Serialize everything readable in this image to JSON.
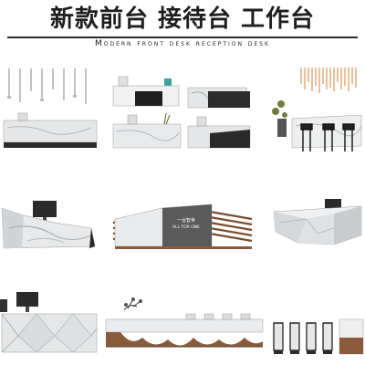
{
  "header": {
    "title": "新款前台 接待台 工作台",
    "subtitle": "Modern front desk reception desk"
  },
  "tiles": [
    {
      "name": "tile-1"
    },
    {
      "name": "tile-2"
    },
    {
      "name": "tile-3"
    },
    {
      "name": "tile-4"
    },
    {
      "name": "tile-5"
    },
    {
      "name": "tile-6"
    },
    {
      "name": "tile-7"
    },
    {
      "name": "tile-8"
    },
    {
      "name": "tile-9"
    }
  ],
  "desk_signs": {
    "wood_panel_line1": "一合智世",
    "wood_panel_line2": "ALL FOR ONE"
  },
  "colors": {
    "marble": "#e9ebec",
    "marble_vein": "#b9bcbf",
    "dark": "#2a2a2a",
    "wood": "#8a5a3c",
    "accent_orange": "#e6935a"
  }
}
